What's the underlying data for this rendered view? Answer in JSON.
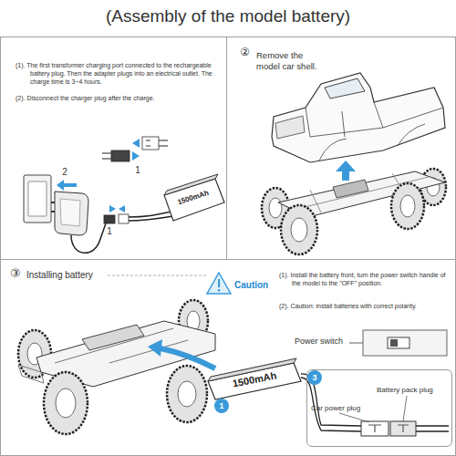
{
  "diagram": {
    "title": "(Assembly of the model battery)",
    "nodes": [
      {
        "text": [
          "(1). The first transformer charging port connected to the rechargeable battery plug. Then the adapter plugs into an electrical outlet. The charge time is 3~4 hours.",
          "(2). Disconnect the charger plug after the charge."
        ]
      },
      {
        "text": [
          "②",
          "Remove the model car shell."
        ]
      },
      {
        "text": [
          "③",
          "Installing battery",
          "Caution",
          "(1). Install the battery front, turn the power switch handle of the model to the \"OFF\" position.",
          "(2). Caution: install batteries with correct polarity.",
          "Power switch"
        ]
      },
      {
        "text": [
          "3",
          "Car power plug",
          "Battery pack plug"
        ],
        "in": 2
      }
    ],
    "labels": [
      "1",
      "2",
      "1",
      "1500mAh",
      "1500mAh",
      "1"
    ]
  }
}
